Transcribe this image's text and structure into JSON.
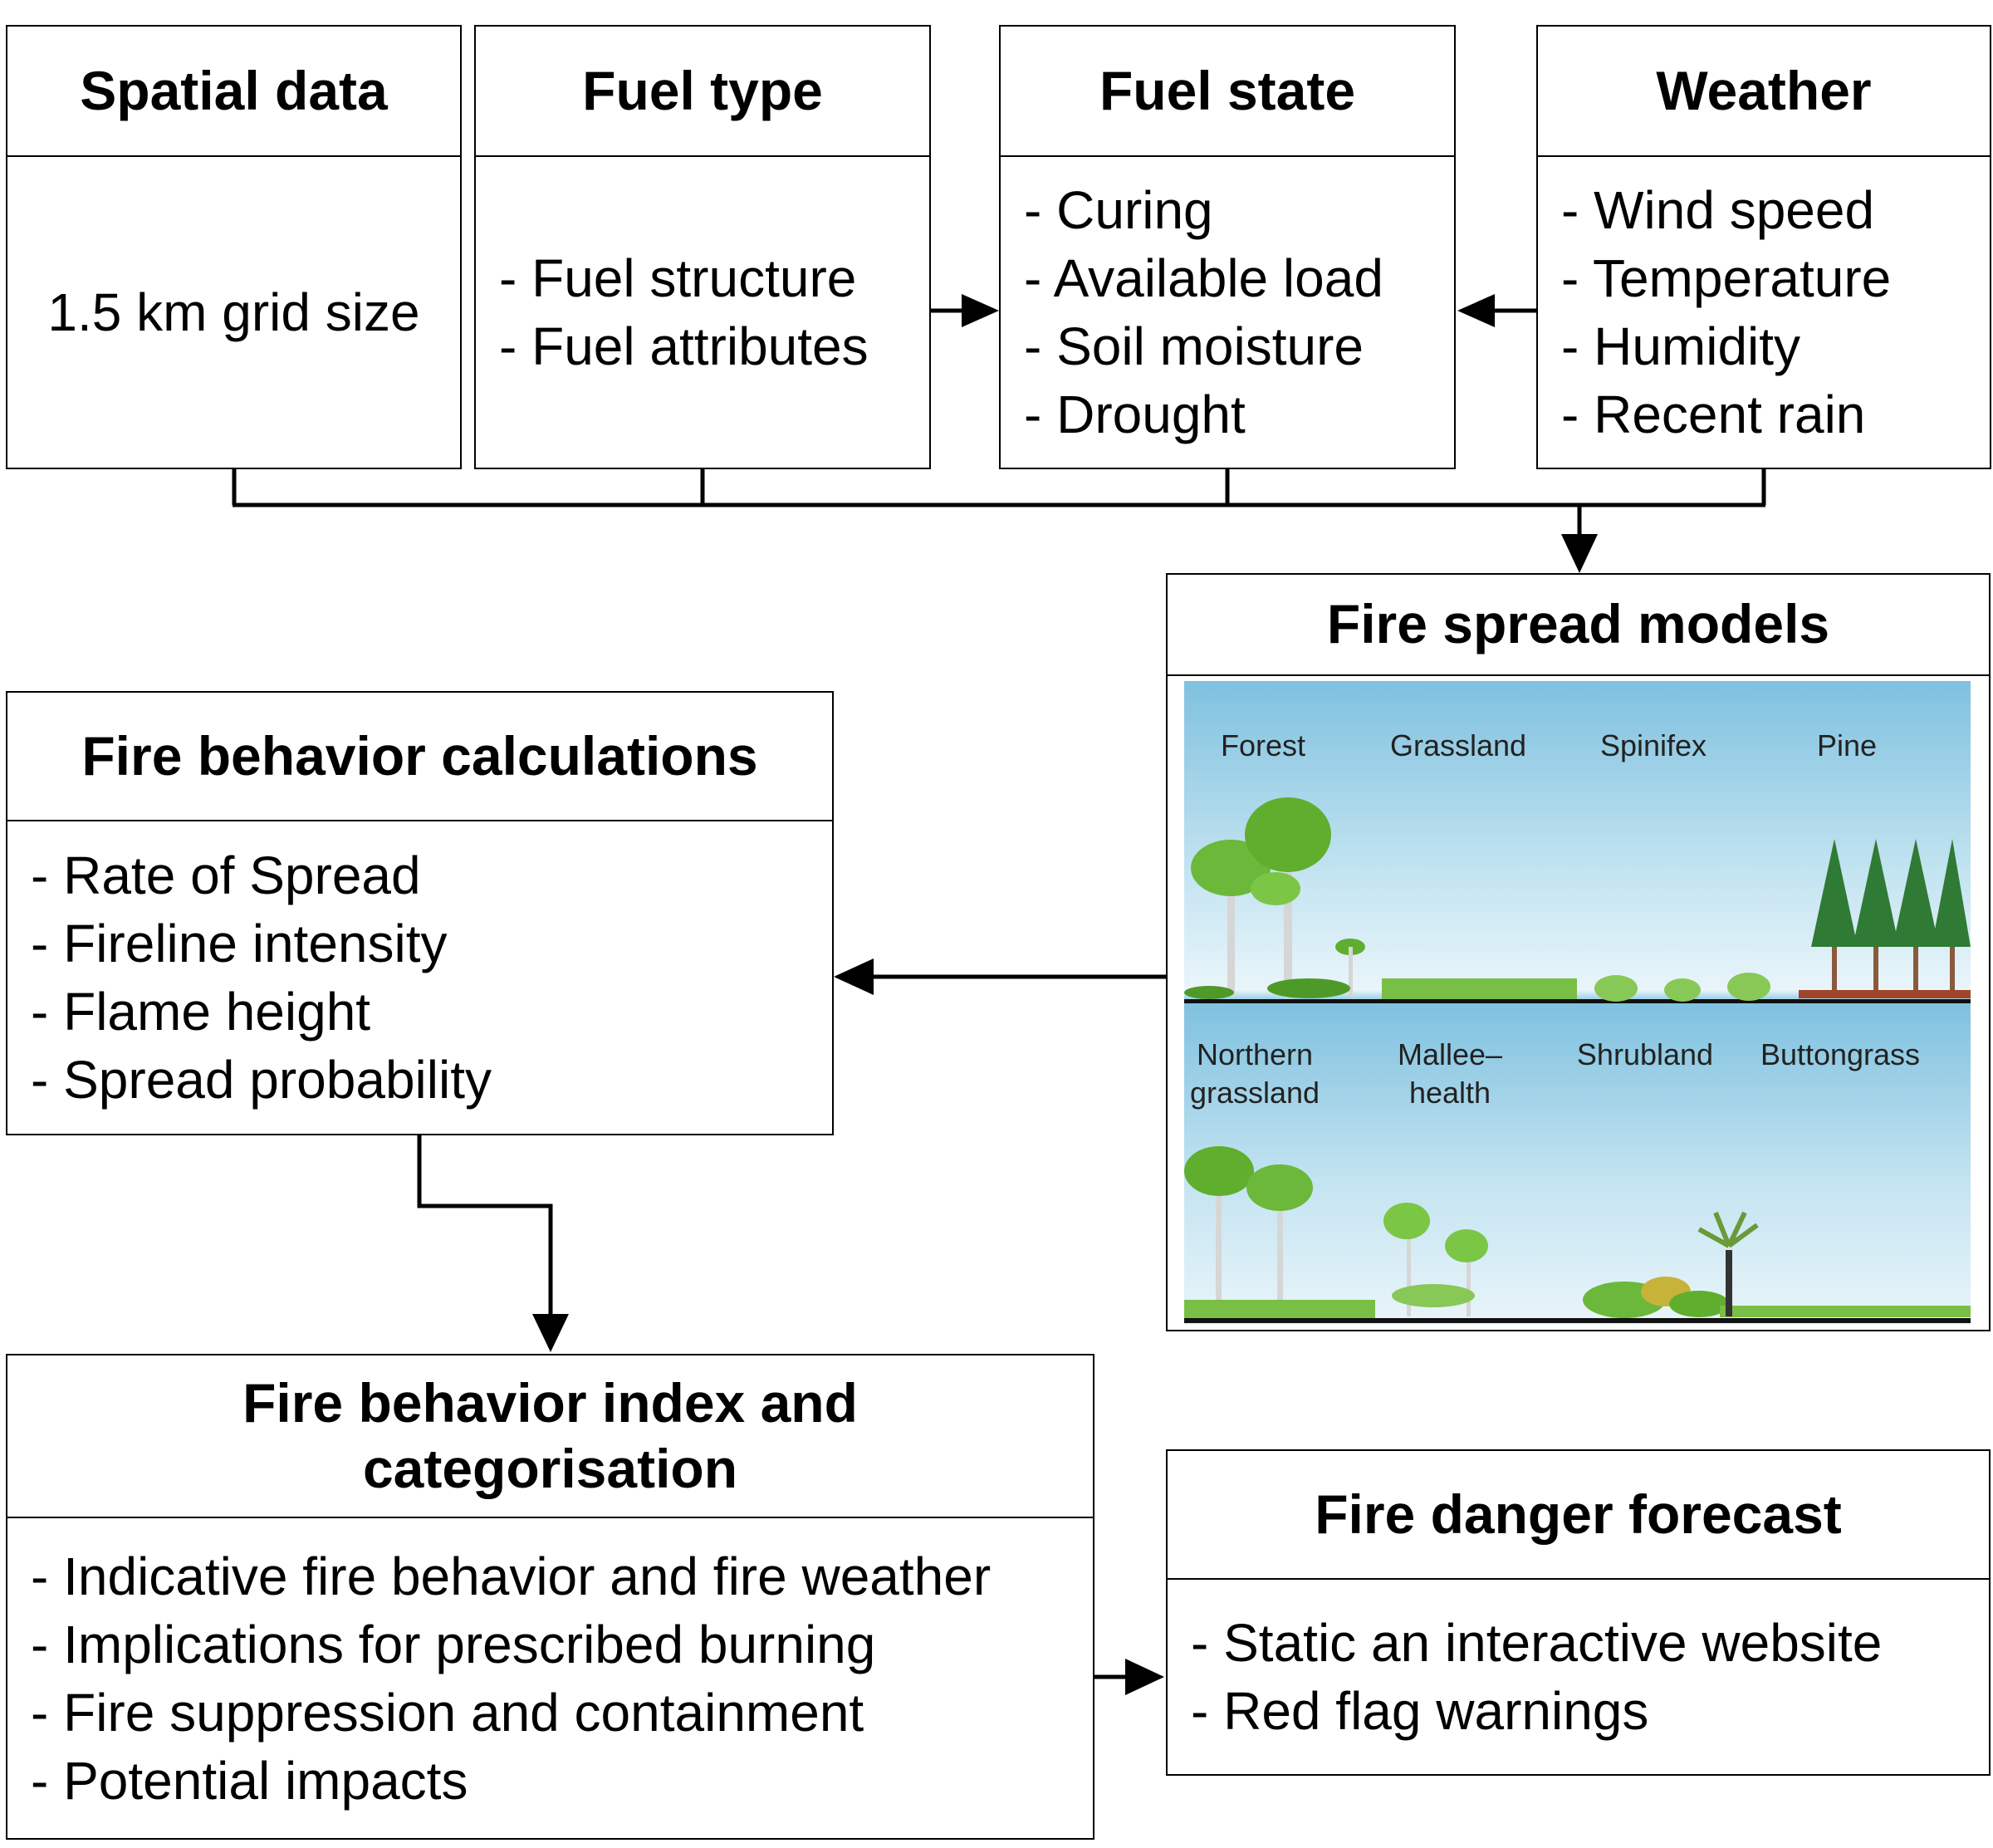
{
  "inputs": [
    {
      "title": "Spatial data",
      "items": [
        "1.5 km grid size"
      ]
    },
    {
      "title": "Fuel type",
      "items": [
        "- Fuel structure",
        "- Fuel attributes"
      ]
    },
    {
      "title": "Fuel state",
      "items": [
        "- Curing",
        "- Available load",
        "- Soil moisture",
        "- Drought"
      ]
    },
    {
      "title": "Weather",
      "items": [
        "- Wind speed",
        "- Temperature",
        "- Humidity",
        "- Recent rain"
      ]
    }
  ],
  "fire_spread_models": {
    "title": "Fire spread models",
    "top_row_labels": [
      "Forest",
      "Grassland",
      "Spinifex",
      "Pine"
    ],
    "bottom_row_labels": [
      "Northern grassland",
      "Mallee–health",
      "Shrubland",
      "Buttongrass"
    ]
  },
  "fire_behavior_calculations": {
    "title": "Fire behavior calculations",
    "items": [
      "- Rate of Spread",
      "- Fireline intensity",
      "- Flame height",
      "- Spread probability"
    ]
  },
  "fire_behavior_index": {
    "title_line1": "Fire behavior index and",
    "title_line2": "categorisation",
    "items": [
      "- Indicative fire behavior and fire weather",
      "- Implications for prescribed burning",
      "- Fire suppression and containment",
      "- Potential impacts"
    ]
  },
  "fire_danger_forecast": {
    "title": "Fire danger forecast",
    "items": [
      "- Static an interactive website",
      "- Red flag warnings"
    ]
  },
  "colors": {
    "sky": "#9fd3ea",
    "foliage": "#5fae2e",
    "pine": "#2f7a34",
    "trunk": "#cfcfcf",
    "ground": "#111111"
  }
}
